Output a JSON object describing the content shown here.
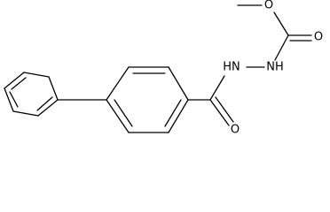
{
  "molecule": {
    "labels": {
      "carbonyl_oxygen": "O",
      "hydrazide_nh": "HN",
      "carbamate_nh": "NH",
      "ester_oxygen": "O",
      "carbamate_carbonyl_oxygen": "O"
    },
    "colors": {
      "bond": "#000000",
      "text": "#000000",
      "background": "#ffffff"
    }
  }
}
